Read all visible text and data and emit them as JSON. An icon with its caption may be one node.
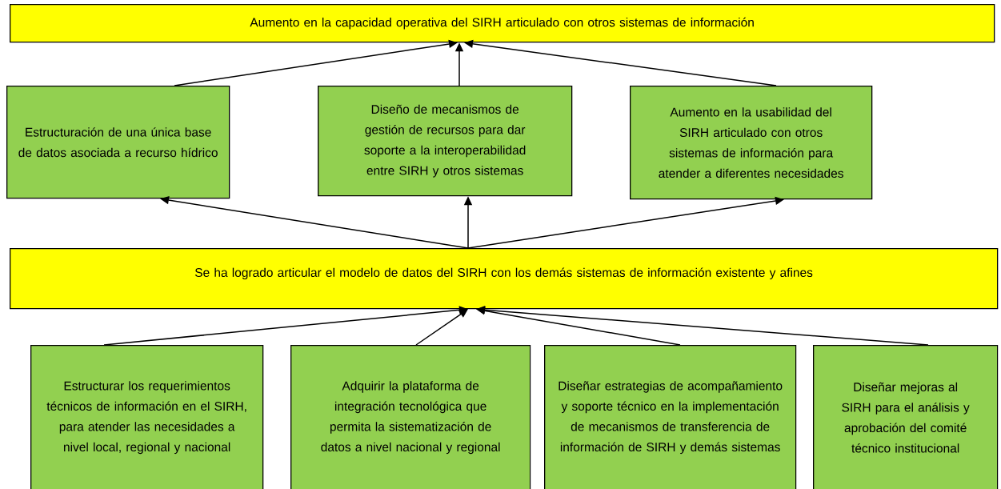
{
  "diagram": {
    "nodes": [
      {
        "text": [
          "Aumento en la capacidad operativa del SIRH articulado con otros sistemas de información"
        ]
      },
      {
        "text": [
          "Estructuración de una única base de datos asociada a recurso hídrico"
        ]
      },
      {
        "text": [
          "Diseño de mecanismos de gestión de recursos para dar soporte a la interoperabilidad entre SIRH y otros sistemas"
        ]
      },
      {
        "text": [
          "Aumento en la usabilidad del SIRH articulado con otros sistemas de información para atender a diferentes necesidades"
        ]
      },
      {
        "text": [
          "Se ha logrado articular el modelo de datos del SIRH con los demás sistemas de información existente y afines"
        ]
      },
      {
        "text": [
          "Estructurar los requerimientos técnicos de información en el SIRH, para atender las necesidades a nivel local, regional y nacional"
        ]
      },
      {
        "text": [
          "Adquirir la plataforma de integración tecnológica que permita la sistematización de datos a nivel nacional y regional"
        ]
      },
      {
        "text": [
          "Diseñar estrategias de acompañamiento y soporte técnico en la implementación de mecanismos de transferencia de información de SIRH y demás sistemas"
        ]
      },
      {
        "text": [
          "Diseñar mejoras al SIRH para el análisis y aprobación del comité técnico institucional"
        ]
      }
    ],
    "edges": [
      {
        "from": 1,
        "to": 0,
        "arrow": "to"
      },
      {
        "from": 2,
        "to": 0,
        "arrow": "to"
      },
      {
        "from": 3,
        "to": 0,
        "arrow": "to"
      },
      {
        "from": 4,
        "to": 1,
        "arrow": "to"
      },
      {
        "from": 4,
        "to": 2,
        "arrow": "to"
      },
      {
        "from": 4,
        "to": 3,
        "arrow": "to"
      },
      {
        "from": 5,
        "to": 4,
        "arrow": "to"
      },
      {
        "from": 6,
        "to": 4,
        "arrow": "to"
      },
      {
        "from": 7,
        "to": 4,
        "arrow": "to"
      },
      {
        "from": 8,
        "to": 4,
        "arrow": "to"
      }
    ]
  }
}
